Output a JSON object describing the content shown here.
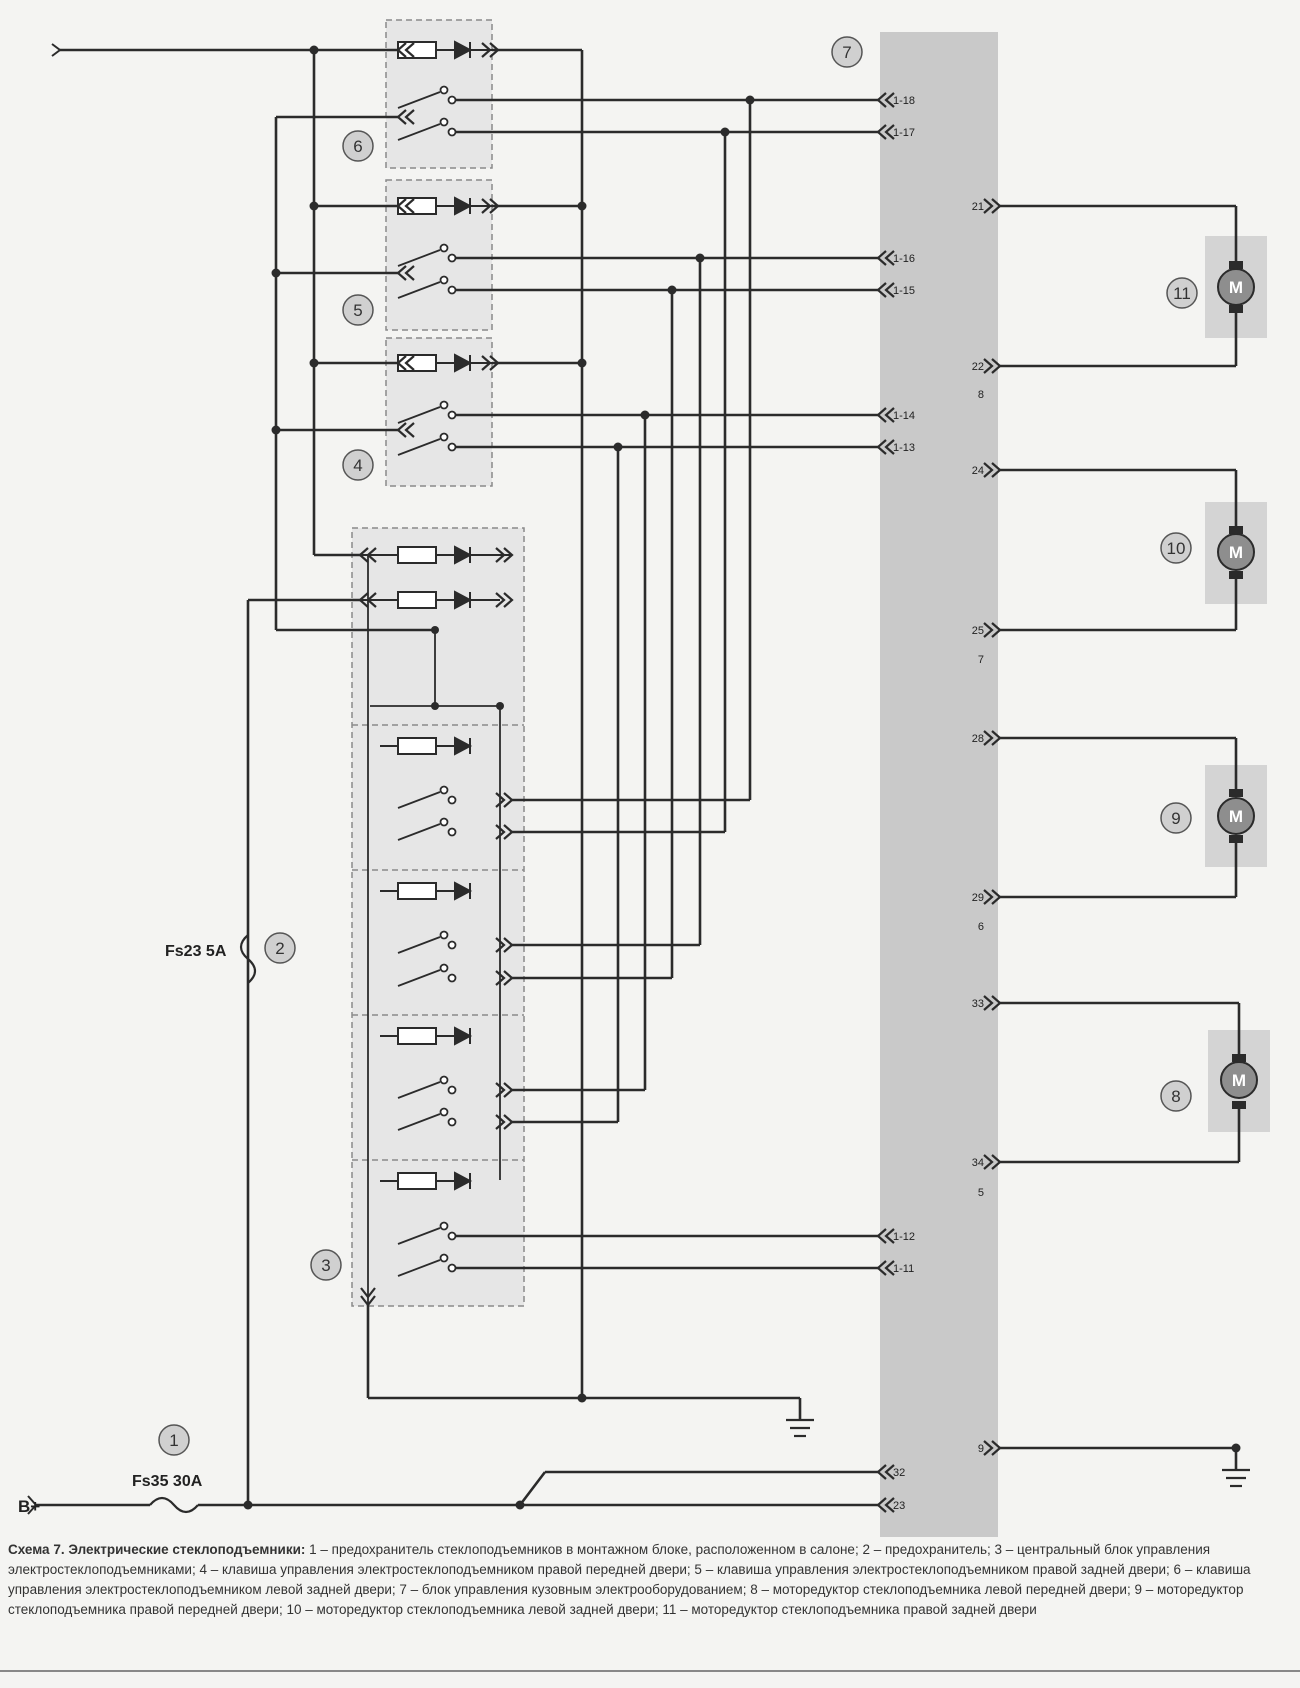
{
  "labels": {
    "bplus": "B+",
    "fuse1": "Fs35 30A",
    "fuse2": "Fs23 5A"
  },
  "callouts": [
    "1",
    "2",
    "3",
    "4",
    "5",
    "6",
    "7",
    "8",
    "9",
    "10",
    "11"
  ],
  "motor_symbol": "M",
  "connector_pins": {
    "p1_18": "1-18",
    "p1_17": "1-17",
    "p1_16": "1-16",
    "p1_15": "1-15",
    "p1_14": "1-14",
    "p1_13": "1-13",
    "p1_12": "1-12",
    "p1_11": "1-11",
    "p21": "21",
    "p22": "22",
    "p24": "24",
    "p25": "25",
    "p28": "28",
    "p29": "29",
    "p33": "33",
    "p34": "34",
    "p9": "9",
    "p32": "32",
    "p23": "23"
  },
  "group_numbers": [
    "8",
    "7",
    "6",
    "5"
  ],
  "caption": {
    "title": "Схема 7. Электрические стеклоподъемники:",
    "body": " 1 – предохранитель стеклоподъемников в монтажном блоке, расположенном в салоне; 2 – предохранитель; 3 – центральный блок управления электростеклоподъемниками; 4 – клавиша управления электростеклоподъемником правой передней двери; 5 – клавиша управления электростеклоподъемником правой задней двери; 6 – клавиша управления электростеклоподъемником левой задней двери; 7 – блок управления кузовным электрооборудованием; 8 – моторедуктор стеклоподъемника левой передней двери; 9 – моторедуктор стеклоподъемника правой передней двери; 10 – моторедуктор стеклоподъемника левой задней двери; 11 – моторедуктор стеклоподъемника правой задней двери"
  },
  "colors": {
    "wire": "#2b2b2b",
    "block": "#c9c9c9",
    "motor_box": "#d4d4d4",
    "dashed": "#8a8a8a",
    "callout_fill": "#d0d0d0"
  }
}
